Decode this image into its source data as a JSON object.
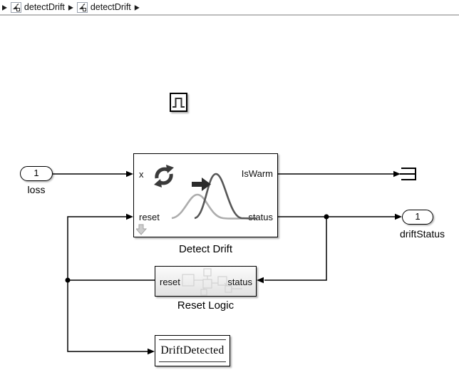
{
  "breadcrumb": {
    "separator": "▶",
    "items": [
      {
        "label": "detectDrift"
      },
      {
        "label": "detectDrift"
      }
    ]
  },
  "canvas": {
    "inport": {
      "number": "1",
      "label": "loss"
    },
    "outport": {
      "number": "1",
      "label": "driftStatus"
    },
    "detect_drift": {
      "label": "Detect Drift",
      "port_x": "x",
      "port_reset": "reset",
      "port_iswarm": "IsWarm",
      "port_status": "status"
    },
    "reset_logic": {
      "label": "Reset Logic",
      "port_reset": "reset",
      "port_status": "status"
    },
    "data_store": {
      "label": "DriftDetected"
    }
  },
  "icons": {
    "breadcrumb_separator": "right-triangle",
    "subsystem": "subsystem-box-with-arrow",
    "pulse": "pulse-waveform",
    "refresh": "circular-update-arrows",
    "distributions": "two-bell-curves-with-arrow",
    "dropdown": "gray-down-arrow",
    "terminator": "terminator-bracket"
  },
  "colors": {
    "wire": "#000000",
    "block_border": "#000000",
    "curve_light": "#adadad",
    "curve_dark": "#575757",
    "icon_dark": "#3a3a3a",
    "subsystem_fill": "#ececec",
    "breadcrumb_divider": "#bdbdbd"
  }
}
